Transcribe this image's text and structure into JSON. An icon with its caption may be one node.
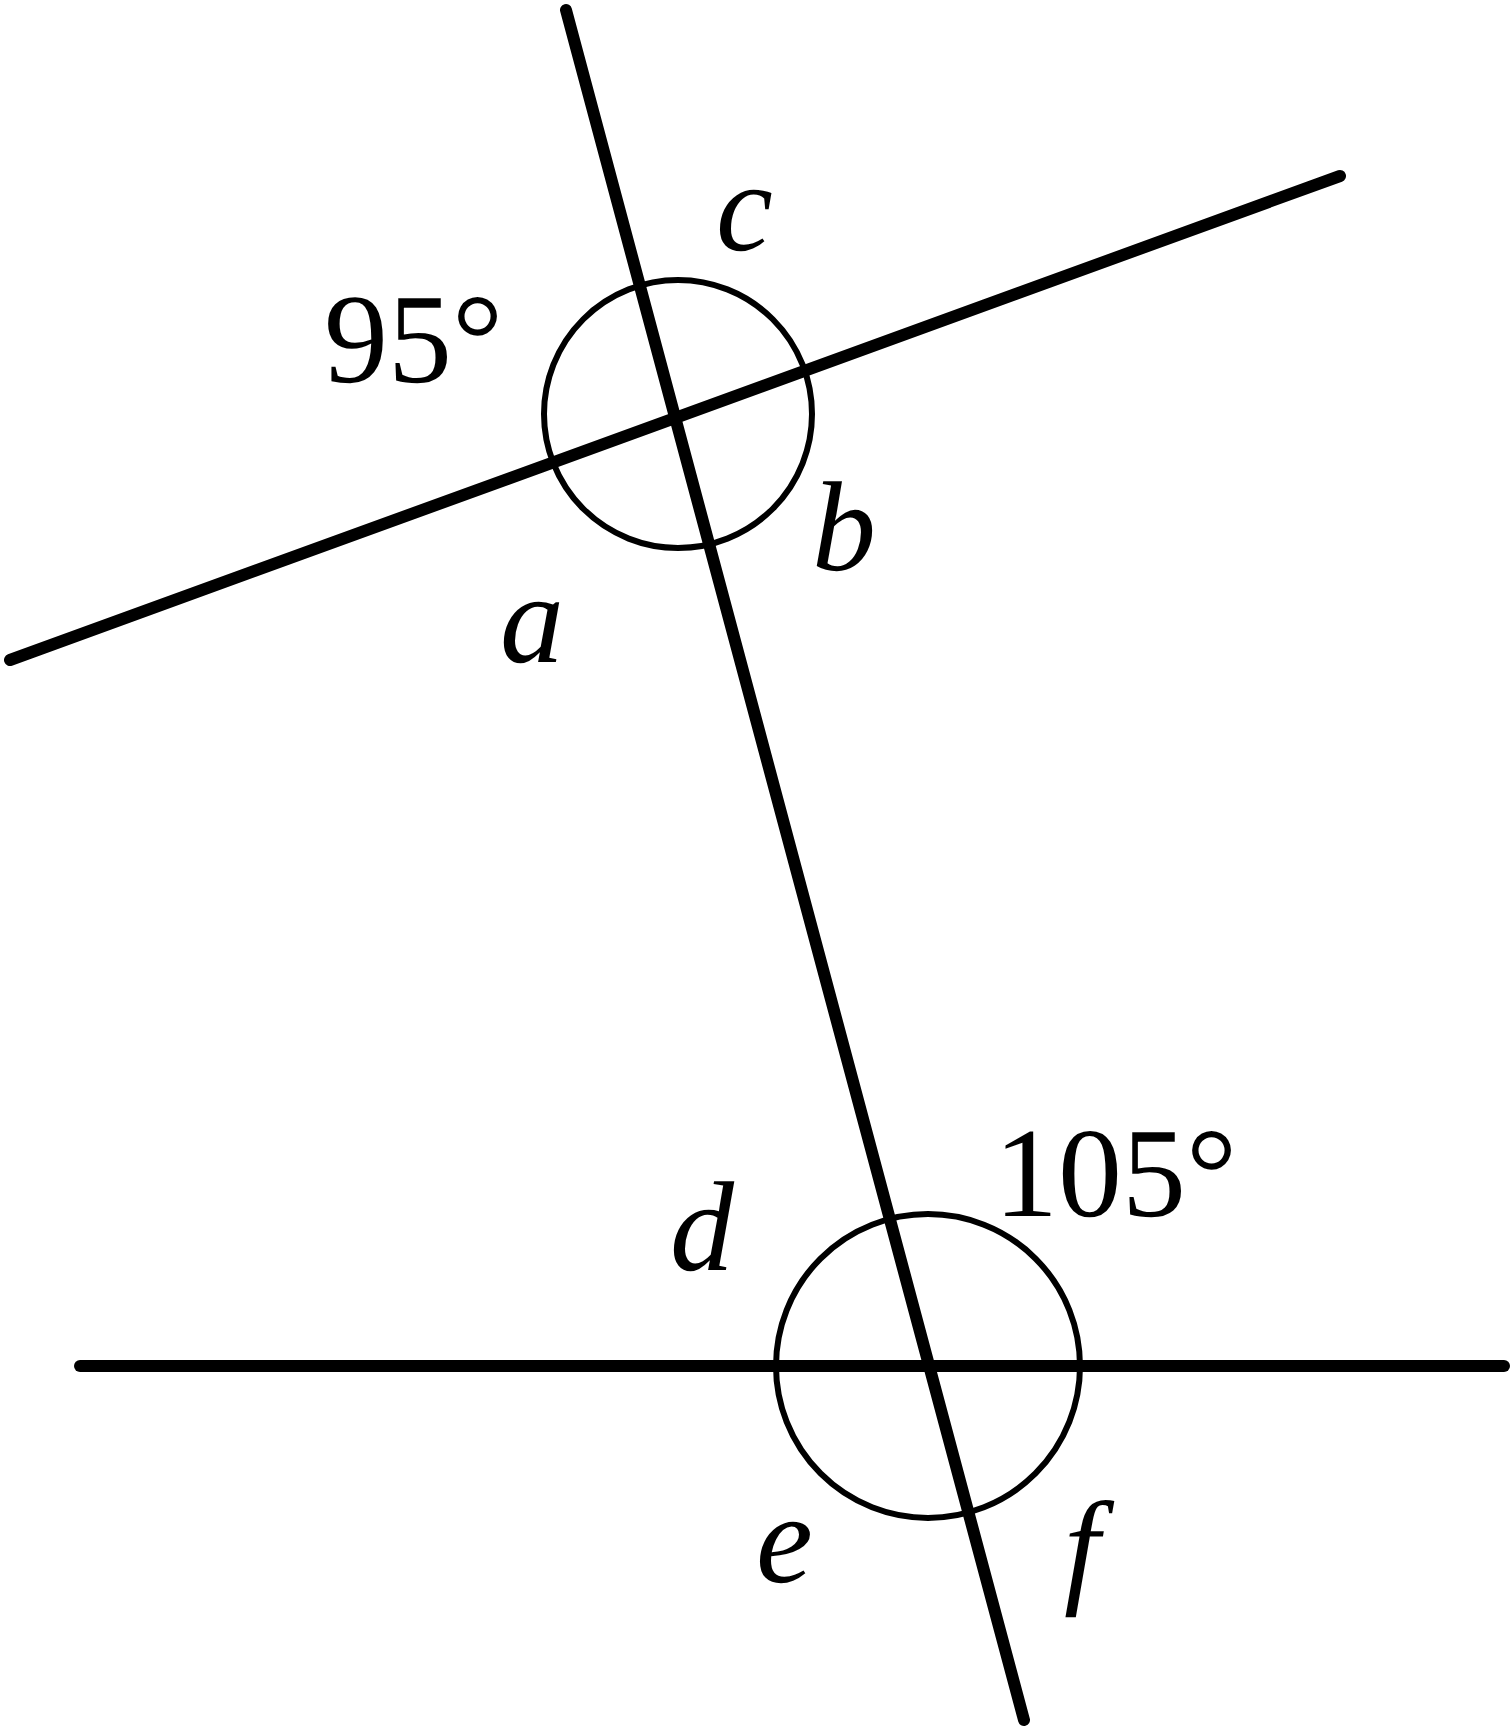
{
  "diagram": {
    "labels": [
      "c",
      "95°",
      "b",
      "a",
      "105°",
      "d",
      "e",
      "f"
    ]
  }
}
